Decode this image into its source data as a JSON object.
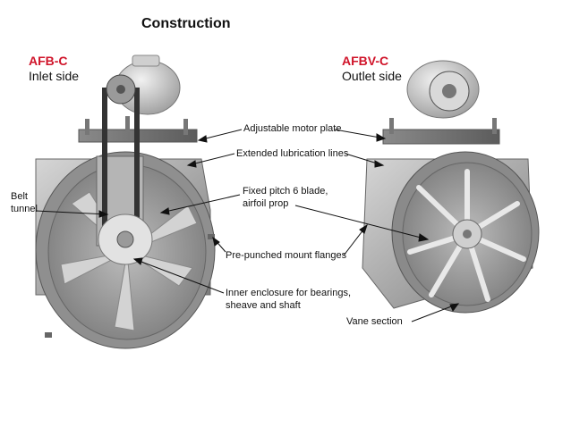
{
  "title": "Construction",
  "left_unit": {
    "model": "AFB-C",
    "side": "Inlet side"
  },
  "right_unit": {
    "model": "AFBV-C",
    "side": "Outlet side"
  },
  "callouts": {
    "motor_plate": "Adjustable motor plate",
    "lubrication": "Extended lubrication lines",
    "prop_line1": "Fixed pitch 6 blade,",
    "prop_line2": "airfoil prop",
    "belt_line1": "Belt",
    "belt_line2": "tunnel",
    "flanges": "Pre-punched mount flanges",
    "enclosure_line1": "Inner enclosure for bearings,",
    "enclosure_line2": "sheave and shaft",
    "vane": "Vane section"
  },
  "colors": {
    "model_label": "#d0142a"
  }
}
